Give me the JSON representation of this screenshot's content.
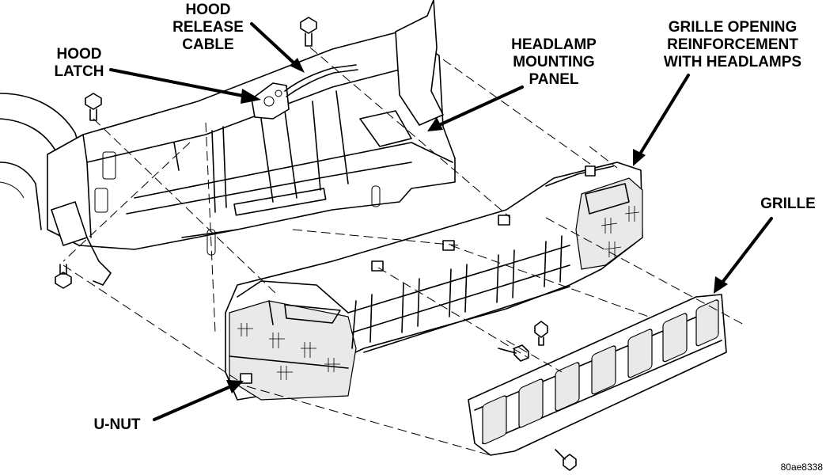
{
  "labels": {
    "hood_latch": [
      "HOOD",
      "LATCH"
    ],
    "hood_release_cable": [
      "HOOD",
      "RELEASE",
      "CABLE"
    ],
    "headlamp_mounting_panel": [
      "HEADLAMP",
      "MOUNTING",
      "PANEL"
    ],
    "grille_opening_reinforcement": [
      "GRILLE OPENING",
      "REINFORCEMENT",
      "WITH HEADLAMPS"
    ],
    "grille": [
      "GRILLE"
    ],
    "u_nut": [
      "U-NUT"
    ]
  },
  "figure_id": "80ae8338"
}
